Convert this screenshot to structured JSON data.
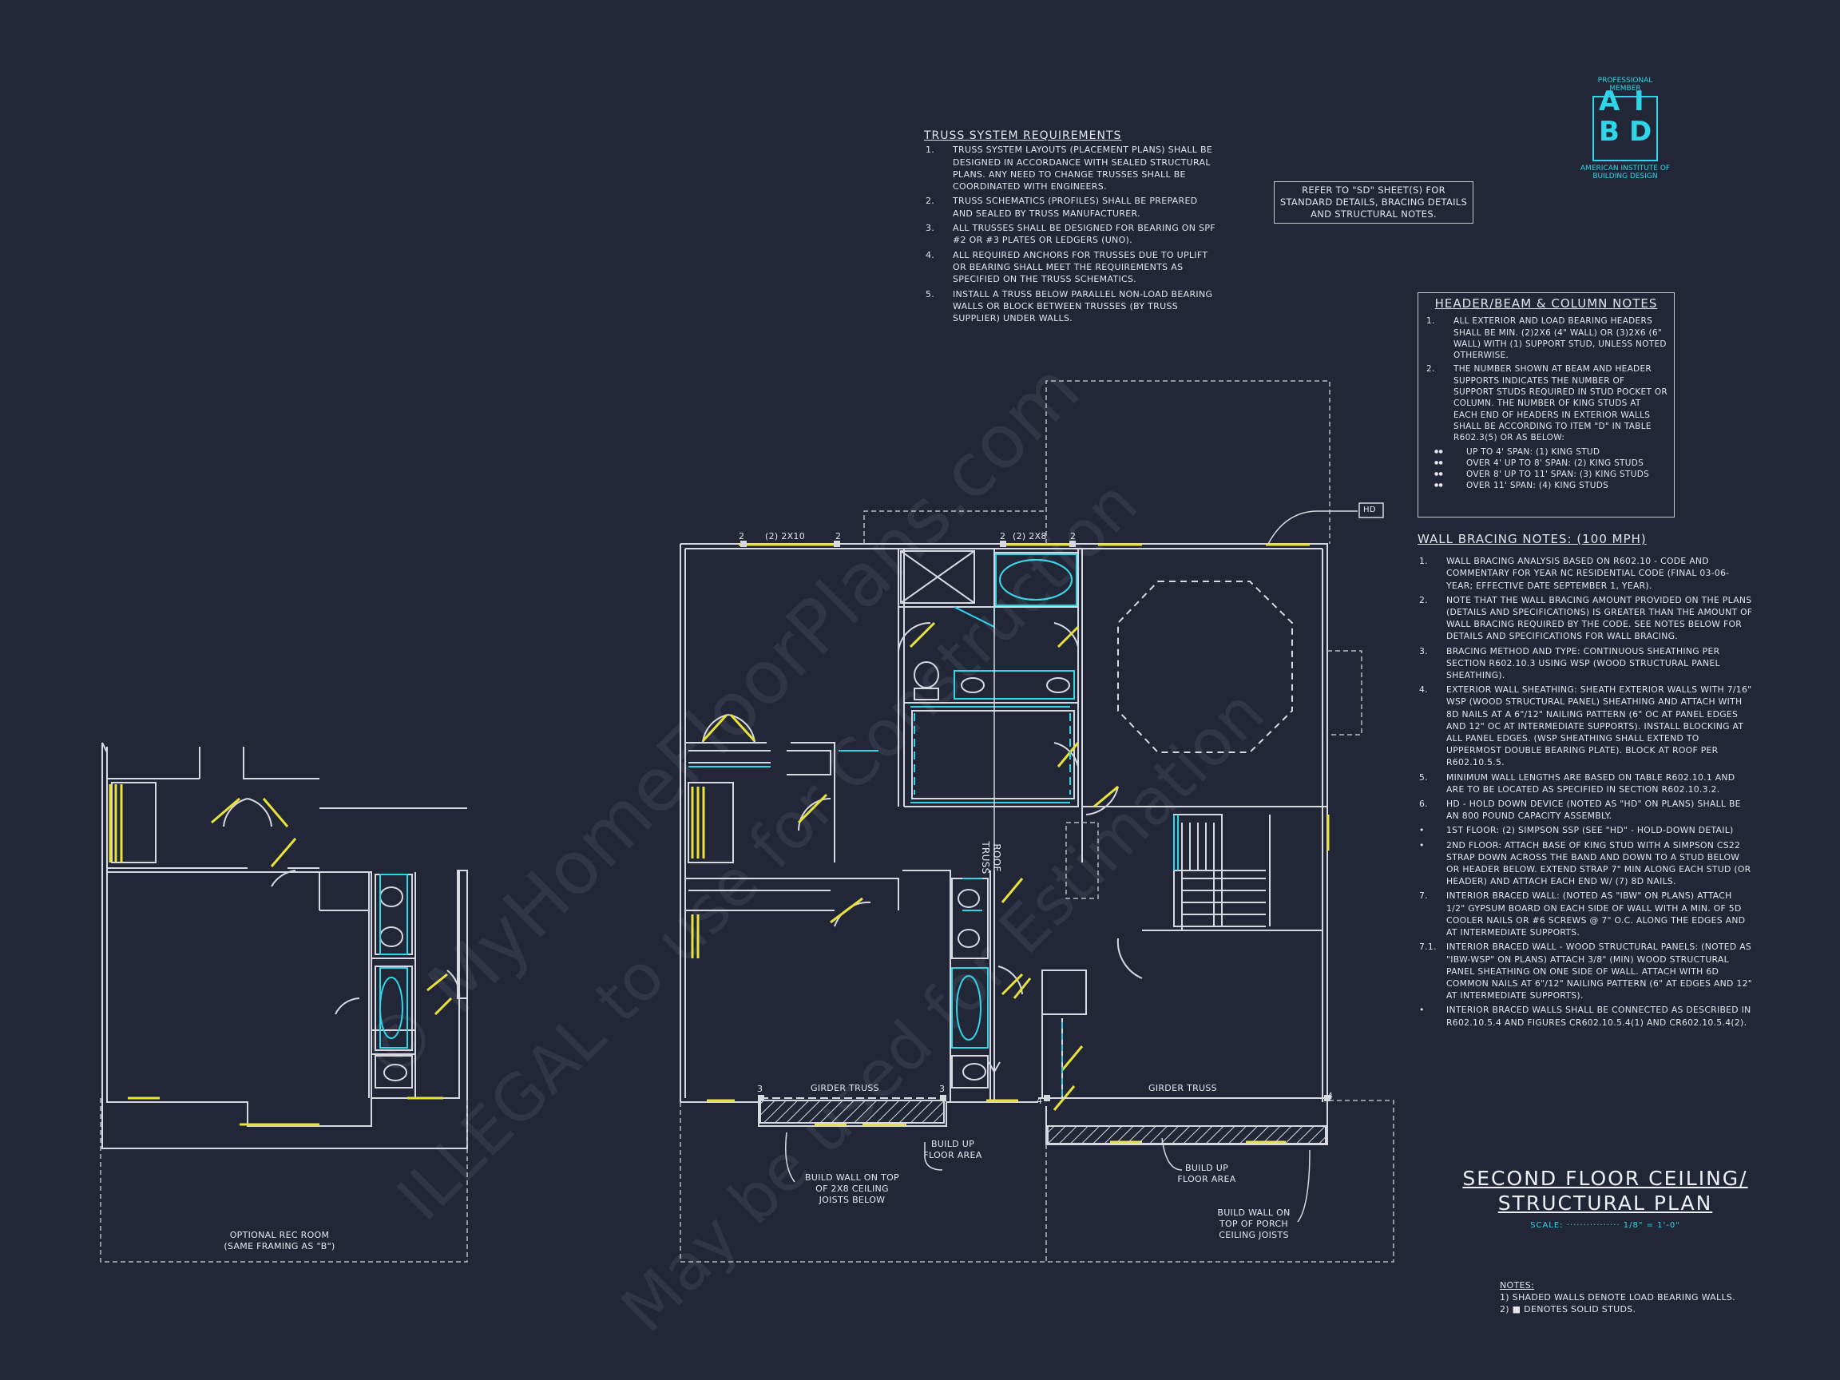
{
  "truss_notes": {
    "heading": "TRUSS SYSTEM REQUIREMENTS",
    "items": [
      {
        "num": "1.",
        "text": "TRUSS SYSTEM LAYOUTS (PLACEMENT PLANS) SHALL BE DESIGNED IN ACCORDANCE WITH SEALED STRUCTURAL PLANS. ANY NEED TO CHANGE TRUSSES SHALL BE COORDINATED WITH ENGINEERS."
      },
      {
        "num": "2.",
        "text": "TRUSS SCHEMATICS (PROFILES) SHALL BE PREPARED AND SEALED BY TRUSS MANUFACTURER."
      },
      {
        "num": "3.",
        "text": "ALL TRUSSES SHALL BE DESIGNED FOR BEARING ON SPF #2 OR #3 PLATES OR LEDGERS (UNO)."
      },
      {
        "num": "4.",
        "text": "ALL REQUIRED ANCHORS FOR TRUSSES DUE TO UPLIFT OR BEARING SHALL MEET THE REQUIREMENTS AS SPECIFIED ON THE TRUSS SCHEMATICS."
      },
      {
        "num": "5.",
        "text": "INSTALL A TRUSS BELOW PARALLEL NON-LOAD BEARING WALLS OR BLOCK BETWEEN TRUSSES (BY TRUSS SUPPLIER) UNDER WALLS."
      }
    ]
  },
  "refer_box": "REFER TO \"SD\" SHEET(S) FOR STANDARD DETAILS, BRACING DETAILS AND STRUCTURAL NOTES.",
  "aibd": {
    "top": "PROFESSIONAL MEMBER",
    "letters": [
      "A",
      "I",
      "B",
      "D"
    ],
    "bottom": "AMERICAN INSTITUTE OF BUILDING DESIGN"
  },
  "header_notes": {
    "heading": "HEADER/BEAM & COLUMN NOTES",
    "items": [
      {
        "num": "1.",
        "text": "ALL EXTERIOR AND LOAD BEARING HEADERS SHALL BE MIN. (2)2x6 (4\" WALL) OR (3)2x6 (6\" WALL) WITH (1) SUPPORT STUD, UNLESS NOTED OTHERWISE."
      },
      {
        "num": "2.",
        "text": "THE NUMBER SHOWN AT BEAM AND HEADER SUPPORTS INDICATES THE NUMBER OF SUPPORT STUDS REQUIRED IN STUD POCKET OR COLUMN. THE NUMBER OF KING STUDS AT EACH END OF HEADERS IN EXTERIOR WALLS SHALL BE ACCORDING TO ITEM \"d\" IN TABLE R602.3(5) OR AS BELOW:"
      }
    ],
    "bullets": [
      "UP TO 4' SPAN: (1) KING STUD",
      "OVER 4' UP TO 8' SPAN: (2) KING STUDS",
      "OVER 8' UP TO 11' SPAN: (3) KING STUDS",
      "OVER 11' SPAN: (4) KING STUDS"
    ]
  },
  "wall_bracing": {
    "heading": "WALL BRACING NOTES: (100 MPH)",
    "items": [
      {
        "num": "1.",
        "text": "WALL BRACING ANALYSIS BASED ON R602.10 - CODE AND COMMENTARY FOR YEAR NC RESIDENTIAL CODE (FINAL 03-06-YEAR; EFFECTIVE DATE SEPTEMBER 1, YEAR)."
      },
      {
        "num": "2.",
        "text": "NOTE THAT THE WALL BRACING AMOUNT PROVIDED ON THE PLANS (DETAILS AND SPECIFICATIONS) IS GREATER THAN THE AMOUNT OF WALL BRACING REQUIRED BY THE CODE. SEE NOTES BELOW FOR DETAILS AND SPECIFICATIONS FOR WALL BRACING."
      },
      {
        "num": "3.",
        "text": "BRACING METHOD AND TYPE: CONTINUOUS SHEATHING PER SECTION R602.10.3 USING WSP (WOOD STRUCTURAL PANEL SHEATHING)."
      },
      {
        "num": "4.",
        "text": "EXTERIOR WALL SHEATHING: SHEATH EXTERIOR WALLS WITH 7/16\" WSP (WOOD STRUCTURAL PANEL) SHEATHING AND ATTACH WITH 8d NAILS AT A 6\"/12\" NAILING PATTERN (6\" OC AT PANEL EDGES AND 12\" OC AT INTERMEDIATE SUPPORTS). INSTALL BLOCKING AT ALL PANEL EDGES. (WSP SHEATHING SHALL EXTEND TO UPPERMOST DOUBLE BEARING PLATE). BLOCK AT ROOF PER R602.10.5.5."
      },
      {
        "num": "5.",
        "text": "MINIMUM WALL LENGTHS ARE BASED ON TABLE R602.10.1 AND ARE TO BE LOCATED AS SPECIFIED IN SECTION R602.10.3.2."
      },
      {
        "num": "6.",
        "text": "HD - HOLD DOWN DEVICE (NOTED AS \"HD\" ON PLANS) SHALL BE AN 800 POUND CAPACITY ASSEMBLY."
      },
      {
        "num": "•",
        "text": "1ST FLOOR: (2) SIMPSON SSP (SEE \"HD\" - HOLD-DOWN DETAIL)"
      },
      {
        "num": "•",
        "text": "2ND FLOOR: ATTACH BASE OF KING STUD WITH A SIMPSON CS22 STRAP DOWN ACROSS THE BAND AND DOWN TO A STUD BELOW OR HEADER BELOW. EXTEND STRAP 7\" MIN ALONG EACH STUD (OR HEADER) AND ATTACH EACH END W/ (7) 8d NAILS."
      },
      {
        "num": "7.",
        "text": "INTERIOR BRACED WALL: (NOTED AS \"IBW\" ON PLANS) ATTACH 1/2\" GYPSUM BOARD ON EACH SIDE OF WALL WITH A MIN. OF 5d COOLER NAILS OR #6 SCREWS @ 7\" O.C. ALONG THE EDGES AND AT INTERMEDIATE SUPPORTS."
      },
      {
        "num": "7.1.",
        "text": "INTERIOR BRACED WALL - WOOD STRUCTURAL PANELS: (NOTED AS \"IBW-WSP\" ON PLANS) ATTACH 3/8\" (MIN) WOOD STRUCTURAL PANEL SHEATHING ON ONE SIDE OF WALL. ATTACH WITH 6d COMMON NAILS AT 6\"/12\" NAILING PATTERN (6\" AT EDGES AND 12\" AT INTERMEDIATE SUPPORTS)."
      },
      {
        "num": "•",
        "text": "INTERIOR BRACED WALLS SHALL BE CONNECTED AS DESCRIBED IN R602.10.5.4 AND FIGURES CR602.10.5.4(1) AND CR602.10.5.4(2)."
      }
    ]
  },
  "sheet_title": {
    "line1": "SECOND FLOOR CEILING/",
    "line2": "STRUCTURAL PLAN",
    "scale": "SCALE: ················ 1/8\" = 1'-0\""
  },
  "bottom_notes": {
    "heading": "NOTES:",
    "lines": [
      "1) SHADED WALLS DENOTE LOAD BEARING WALLS.",
      "2) ■ DENOTES SOLID STUDS."
    ]
  },
  "plan_labels": {
    "header_2x10": "(2) 2x10",
    "header_2x8": "(2) 2x8",
    "hd": "HD",
    "roof_truss": "ROOF TRUSS",
    "girder_left": "GIRDER TRUSS",
    "girder_right": "GIRDER TRUSS",
    "build_up_1": "BUILD UP FLOOR AREA",
    "build_up_2": "BUILD UP FLOOR AREA",
    "build_wall_joists": "BUILD WALL ON TOP OF 2x8 CEILING JOISTS BELOW",
    "build_wall_porch": "BUILD WALL ON TOP OF PORCH CEILING JOISTS",
    "rec_room": "OPTIONAL REC ROOM (SAME FRAMING AS \"B\")",
    "stud_2": "2",
    "stud_3": "3",
    "stud_4": "4"
  },
  "watermark": [
    "© MyHomeFloorPlans.com",
    "ILLEGAL to use for Construction",
    "May be used for Estimation"
  ],
  "colors": {
    "background": "#222738",
    "lines": "#d8d8e0",
    "accent": "#2fd6e8",
    "load_bearing": "#e8e23a"
  }
}
